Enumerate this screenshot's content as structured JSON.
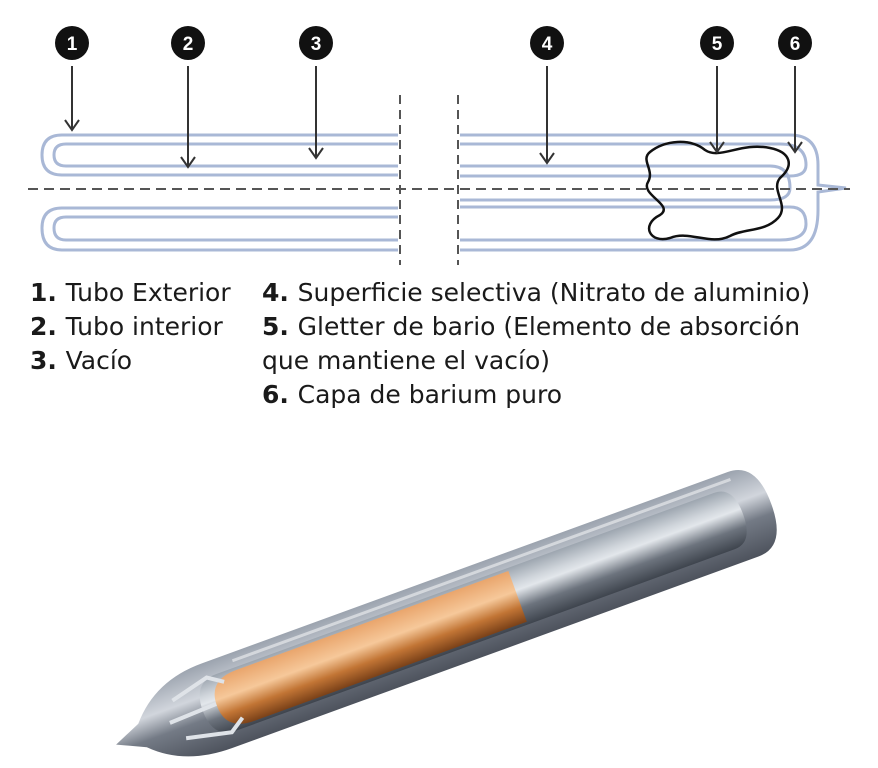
{
  "callouts": [
    {
      "number": "1",
      "target": "outer-tube"
    },
    {
      "number": "2",
      "target": "inner-tube"
    },
    {
      "number": "3",
      "target": "vacuum"
    },
    {
      "number": "4",
      "target": "selective-surface"
    },
    {
      "number": "5",
      "target": "barium-getter"
    },
    {
      "number": "6",
      "target": "barium-layer"
    }
  ],
  "legend": [
    {
      "number": "1.",
      "label": "Tubo Exterior"
    },
    {
      "number": "2.",
      "label": "Tubo interior"
    },
    {
      "number": "3.",
      "label": "Vacío"
    },
    {
      "number": "4.",
      "label": "Superficie selectiva (Nitrato de aluminio)"
    },
    {
      "number": "5.",
      "label": "Gletter de bario (Elemento de absorción"
    },
    {
      "number": "",
      "label": "que mantiene el vacío)"
    },
    {
      "number": "6.",
      "label": "Capa de barium puro"
    }
  ],
  "colors": {
    "tube_stroke": "#a9b8d6",
    "callout_fill": "#111111",
    "callout_text": "#ffffff",
    "copper": "#c97a3c",
    "glass": "#5e6774"
  }
}
